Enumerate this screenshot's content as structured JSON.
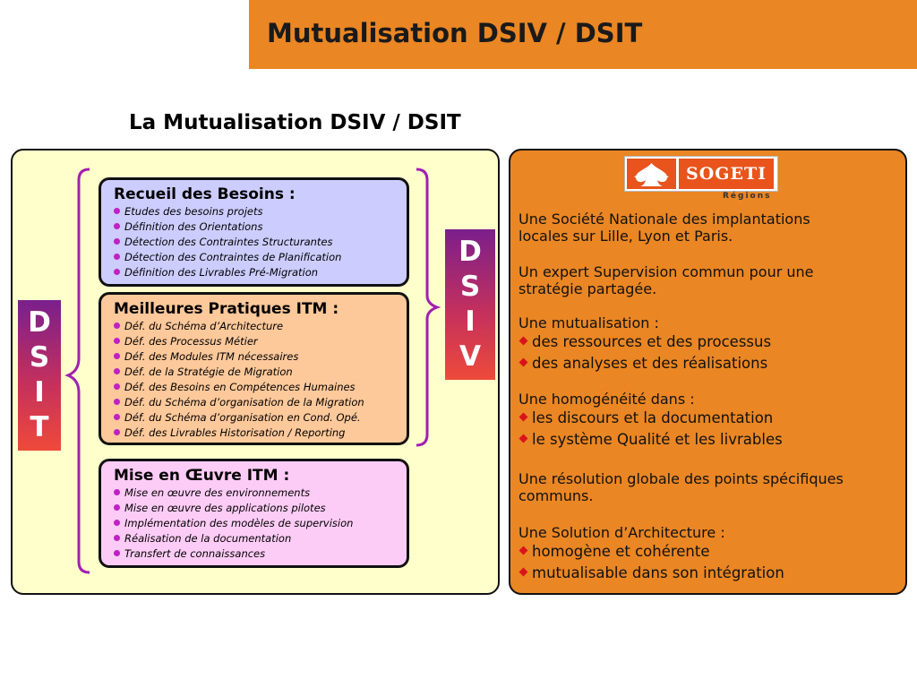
{
  "header": {
    "title": "Mutualisation DSIV / DSIT"
  },
  "subtitle": "La Mutualisation DSIV / DSIT",
  "dsit_label": [
    "D",
    "S",
    "I",
    "T"
  ],
  "dsiv_label": [
    "D",
    "S",
    "I",
    "V"
  ],
  "boxes": [
    {
      "title": "Recueil des Besoins :",
      "items": [
        "Etudes des besoins projets",
        "Définition des Orientations",
        "Détection des Contraintes Structurantes",
        "Détection des Contraintes de Planification",
        "Définition des Livrables Pré-Migration"
      ]
    },
    {
      "title": "Meilleures Pratiques ITM :",
      "items": [
        "Déf. du Schéma d’Architecture",
        "Déf. des Processus Métier",
        "Déf. des Modules ITM nécessaires",
        "Déf. de la Stratégie de Migration",
        "Déf. des Besoins en Compétences Humaines",
        "Déf. du Schéma d’organisation de la Migration",
        "Déf. du Schéma d’organisation en Cond. Opé.",
        "Déf. des Livrables Historisation / Reporting"
      ]
    },
    {
      "title": "Mise en Œuvre ITM :",
      "items": [
        "Mise en œuvre des environnements",
        "Mise en œuvre des applications pilotes",
        "Implémentation des modèles de supervision",
        "Réalisation de la documentation",
        "Transfert de connaissances"
      ]
    }
  ],
  "logo": {
    "name": "SOGETI",
    "sub": "Régions"
  },
  "right": {
    "p1": [
      "Une Société Nationale des implantations",
      "locales sur Lille, Lyon et Paris."
    ],
    "p2": [
      "Un expert Supervision commun pour une",
      "stratégie partagée."
    ],
    "p3_title": "Une mutualisation :",
    "p3_items": [
      "des ressources et des processus",
      "des analyses et des réalisations"
    ],
    "p4_title": "Une homogénéité dans :",
    "p4_items": [
      "les discours et la documentation",
      "le système Qualité et les livrables"
    ],
    "p5": [
      "Une résolution globale des points spécifiques",
      "communs."
    ],
    "p6_title": "Une Solution d’Architecture :",
    "p6_items": [
      "homogène et cohérente",
      "mutualisable dans son intégration"
    ]
  },
  "colors": {
    "orange": "#ea8623",
    "cream": "#ffffcc",
    "box_blue": "#ccccff",
    "box_peach": "#fdc89a",
    "box_pink": "#fdccf6",
    "brace": "#a020b0",
    "bullet_dot": "#c21fc7",
    "bullet_diamond": "#d8141a"
  }
}
